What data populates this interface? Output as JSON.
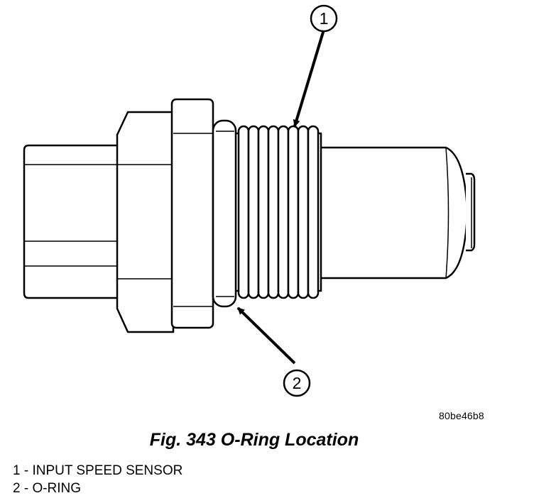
{
  "callouts": [
    {
      "number": "1"
    },
    {
      "number": "2"
    }
  ],
  "reference_code": "80be46b8",
  "caption": "Fig. 343 O-Ring Location",
  "legend": [
    {
      "text": "1 - INPUT SPEED SENSOR"
    },
    {
      "text": "2 - O-RING"
    }
  ]
}
